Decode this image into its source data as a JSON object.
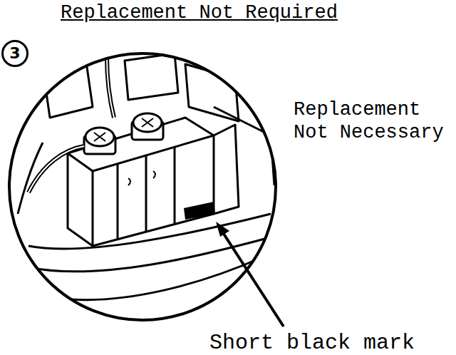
{
  "diagram": {
    "title": "Replacement Not Required",
    "nodes": [
      {
        "text": [
          "3"
        ]
      }
    ],
    "labels": [
      "Replacement Not Necessary",
      "Short black mark"
    ]
  }
}
